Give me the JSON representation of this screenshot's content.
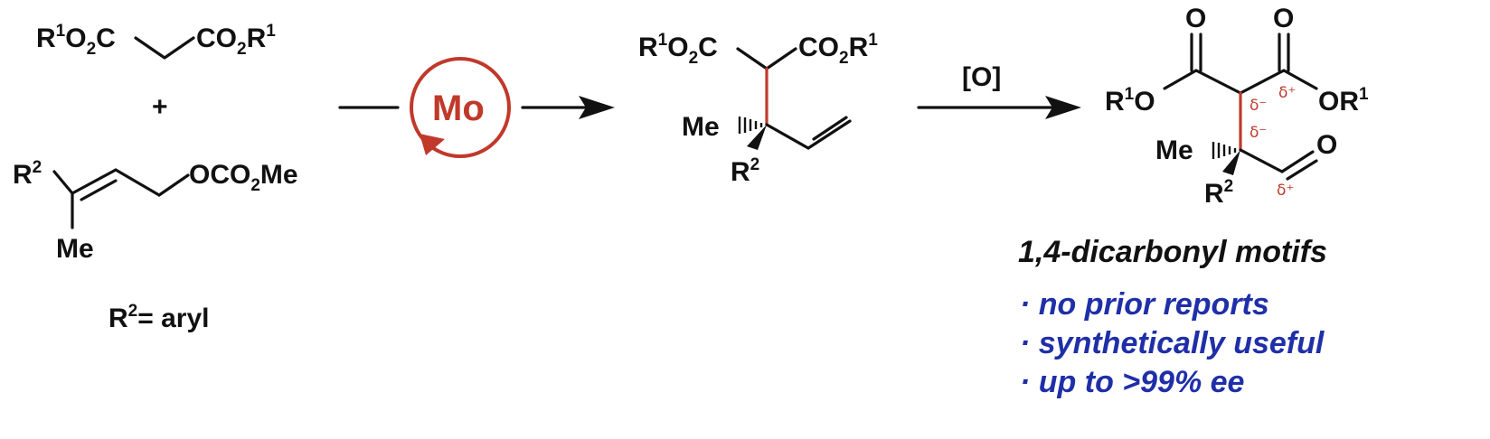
{
  "reactants": {
    "malonate": {
      "left": "R",
      "left_sup": "1",
      "left_rest": "O",
      "left_sub": "2",
      "left_end": "C",
      "right": "CO",
      "right_sub": "2",
      "right_end": "R",
      "right_sup": "1"
    },
    "plus": "+",
    "carbonate": {
      "r_label": "R",
      "r_sup": "2",
      "group": "OCO",
      "group_sub": "2",
      "group_end": "Me",
      "me": "Me"
    },
    "definition": {
      "r": "R",
      "sup": "2",
      "rest": "= aryl"
    }
  },
  "catalyst": {
    "label": "Mo",
    "color": "#c0392b"
  },
  "intermediate": {
    "left": "R",
    "left_sup": "1",
    "left_rest": "O",
    "left_sub": "2",
    "left_end": "C",
    "right": "CO",
    "right_sub": "2",
    "right_end": "R",
    "right_sup": "1",
    "me": "Me",
    "r2": "R",
    "r2_sup": "2"
  },
  "oxidation": {
    "label": "[O]"
  },
  "product": {
    "o_top_left": "O",
    "o_top_right": "O",
    "or_left": "R",
    "or_left_sup": "1",
    "or_left_end": "O",
    "or_right": "OR",
    "or_right_sup": "1",
    "me": "Me",
    "r2": "R",
    "r2_sup": "2",
    "aldehyde_o": "O",
    "delta_minus": "δ⁻",
    "delta_plus": "δ⁺"
  },
  "summary": {
    "title": "1,4-dicarbonyl motifs",
    "bullets": [
      "· no prior reports",
      "· synthetically useful",
      "· up to >99% ee"
    ],
    "bullet_color": "#1f2fa8"
  }
}
